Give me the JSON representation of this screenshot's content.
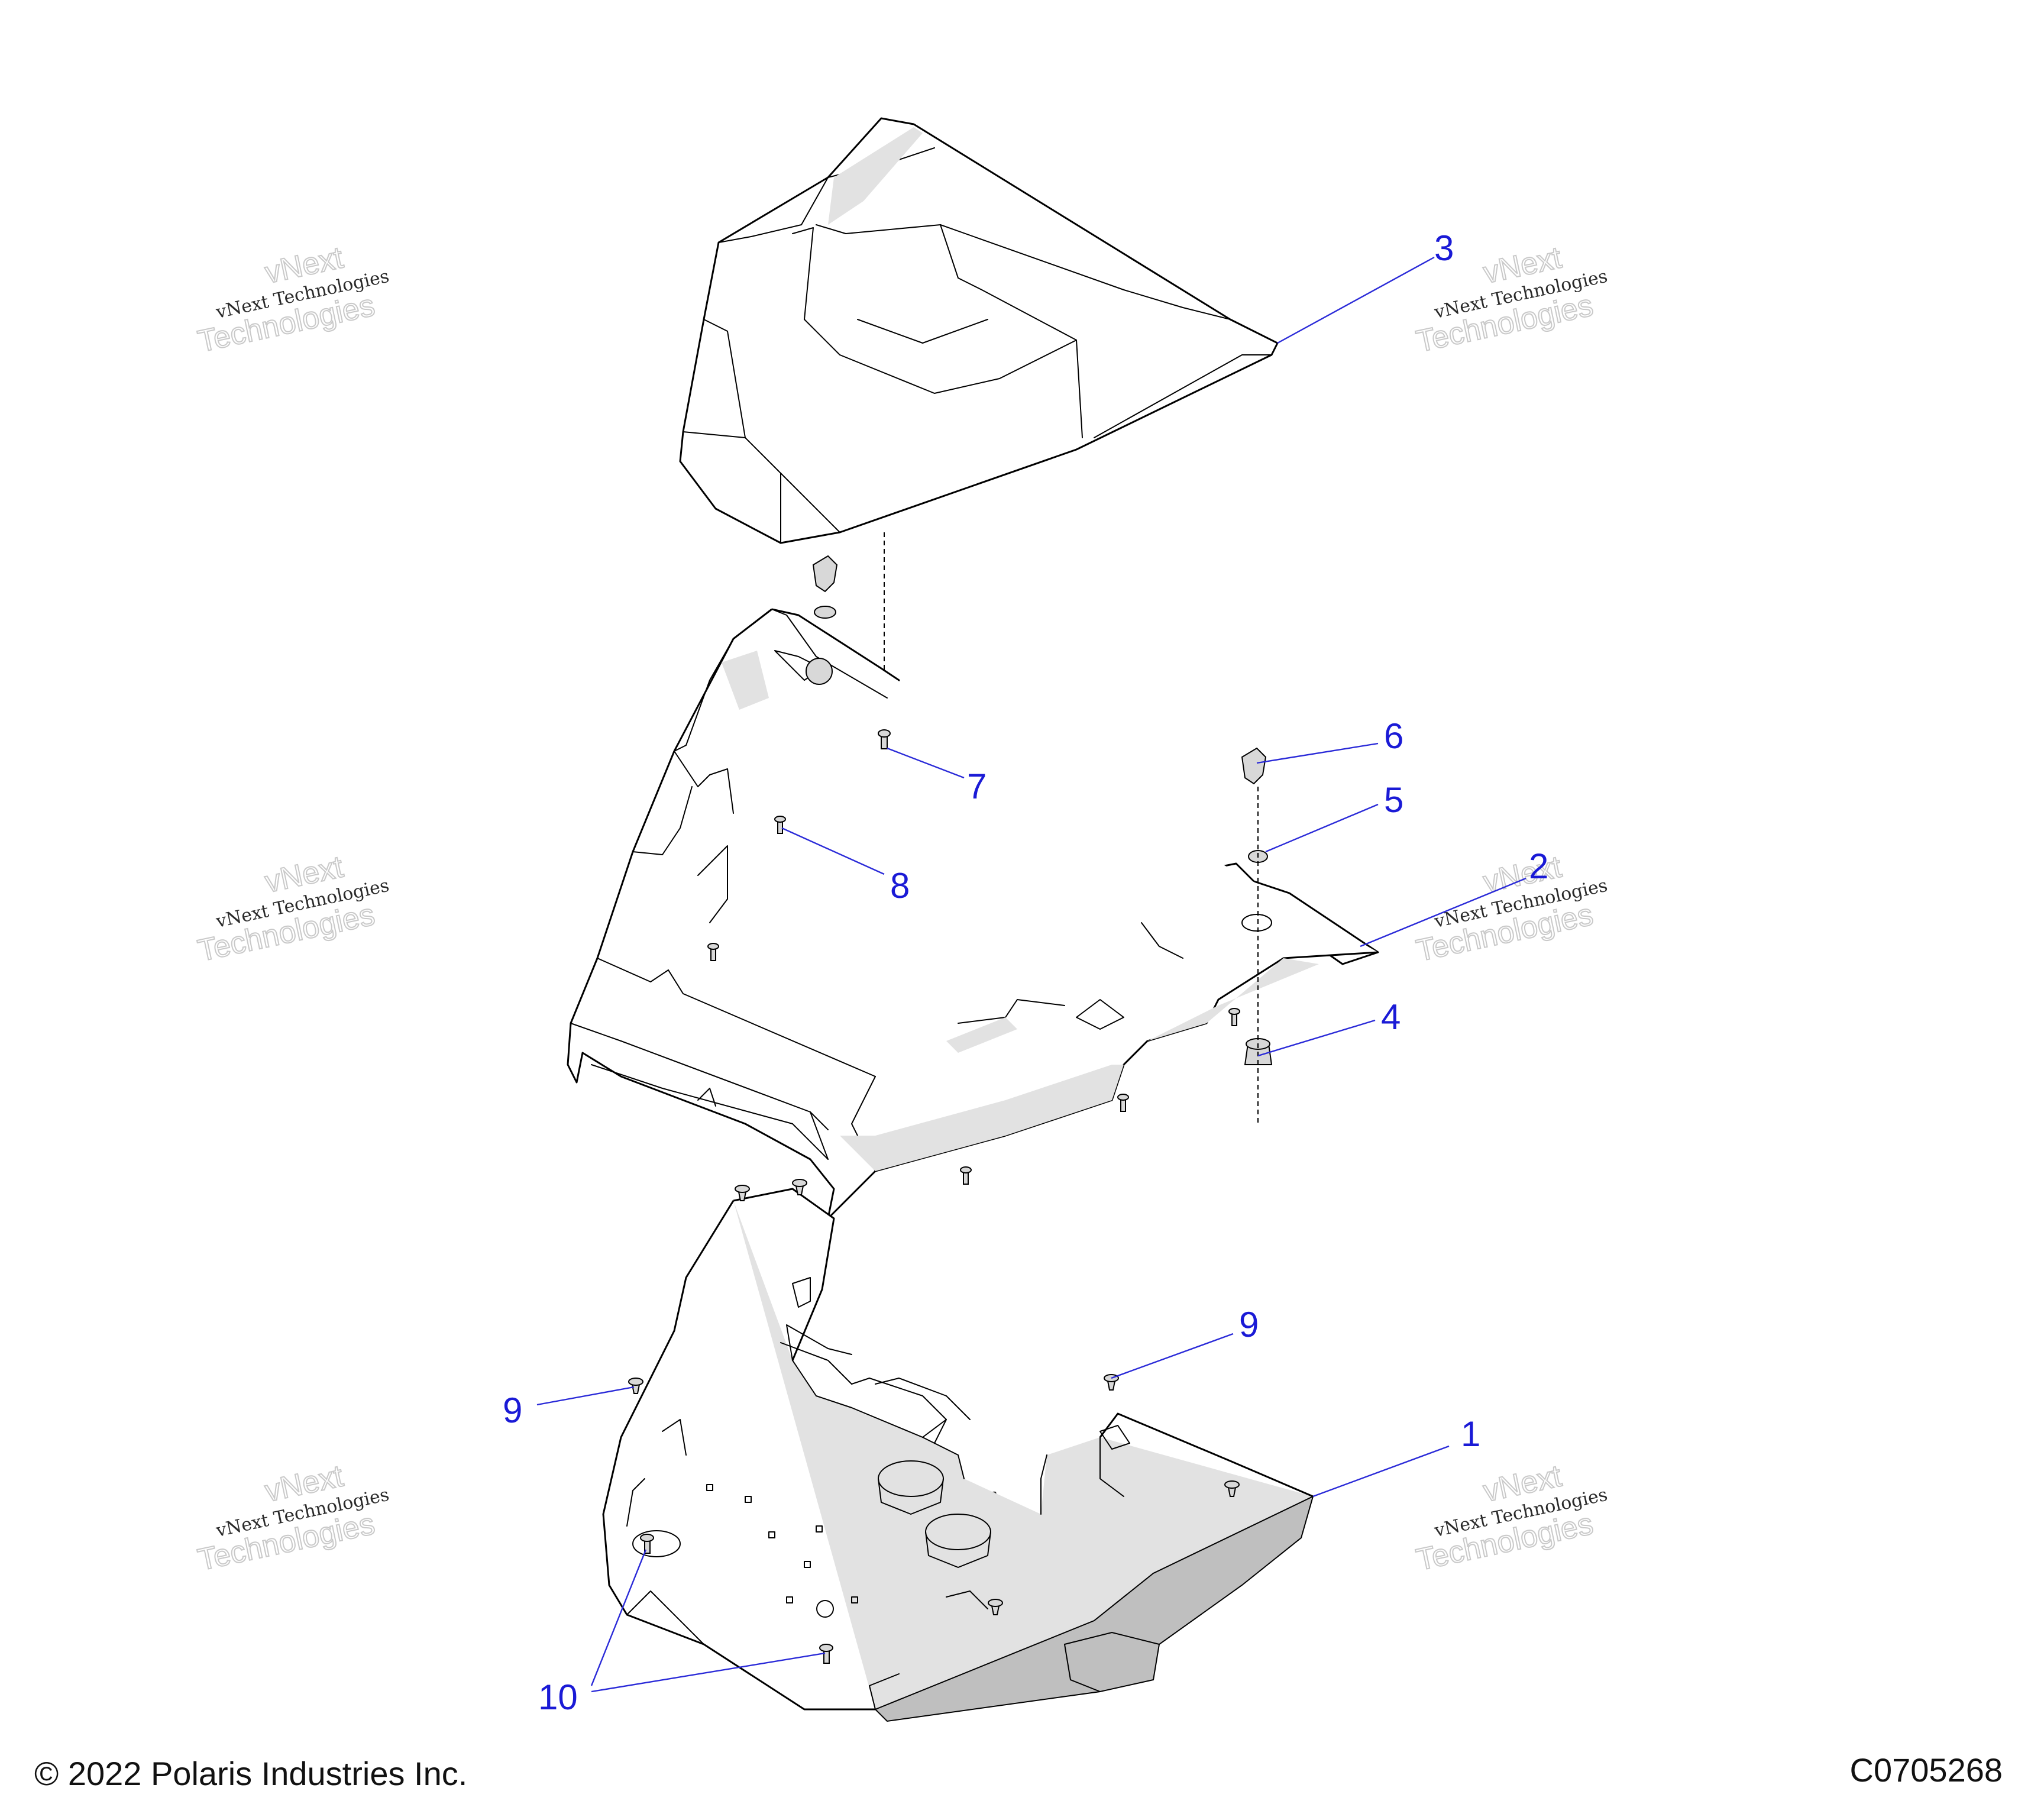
{
  "watermark": {
    "line1": "vNext Technologies",
    "line2": "vNext",
    "line3": "Technologies"
  },
  "callouts": [
    {
      "id": "1",
      "label": "1"
    },
    {
      "id": "2",
      "label": "2"
    },
    {
      "id": "3",
      "label": "3"
    },
    {
      "id": "4",
      "label": "4"
    },
    {
      "id": "5",
      "label": "5"
    },
    {
      "id": "6",
      "label": "6"
    },
    {
      "id": "7",
      "label": "7"
    },
    {
      "id": "8",
      "label": "8"
    },
    {
      "id": "9a",
      "label": "9"
    },
    {
      "id": "9b",
      "label": "9"
    },
    {
      "id": "10",
      "label": "10"
    }
  ],
  "footer": {
    "copyright": "© 2022 Polaris Industries Inc.",
    "drawing_number": "C0705268"
  },
  "colors": {
    "callout": "#1a1ad6",
    "line": "#000000",
    "shade": "#e2e2e2"
  }
}
